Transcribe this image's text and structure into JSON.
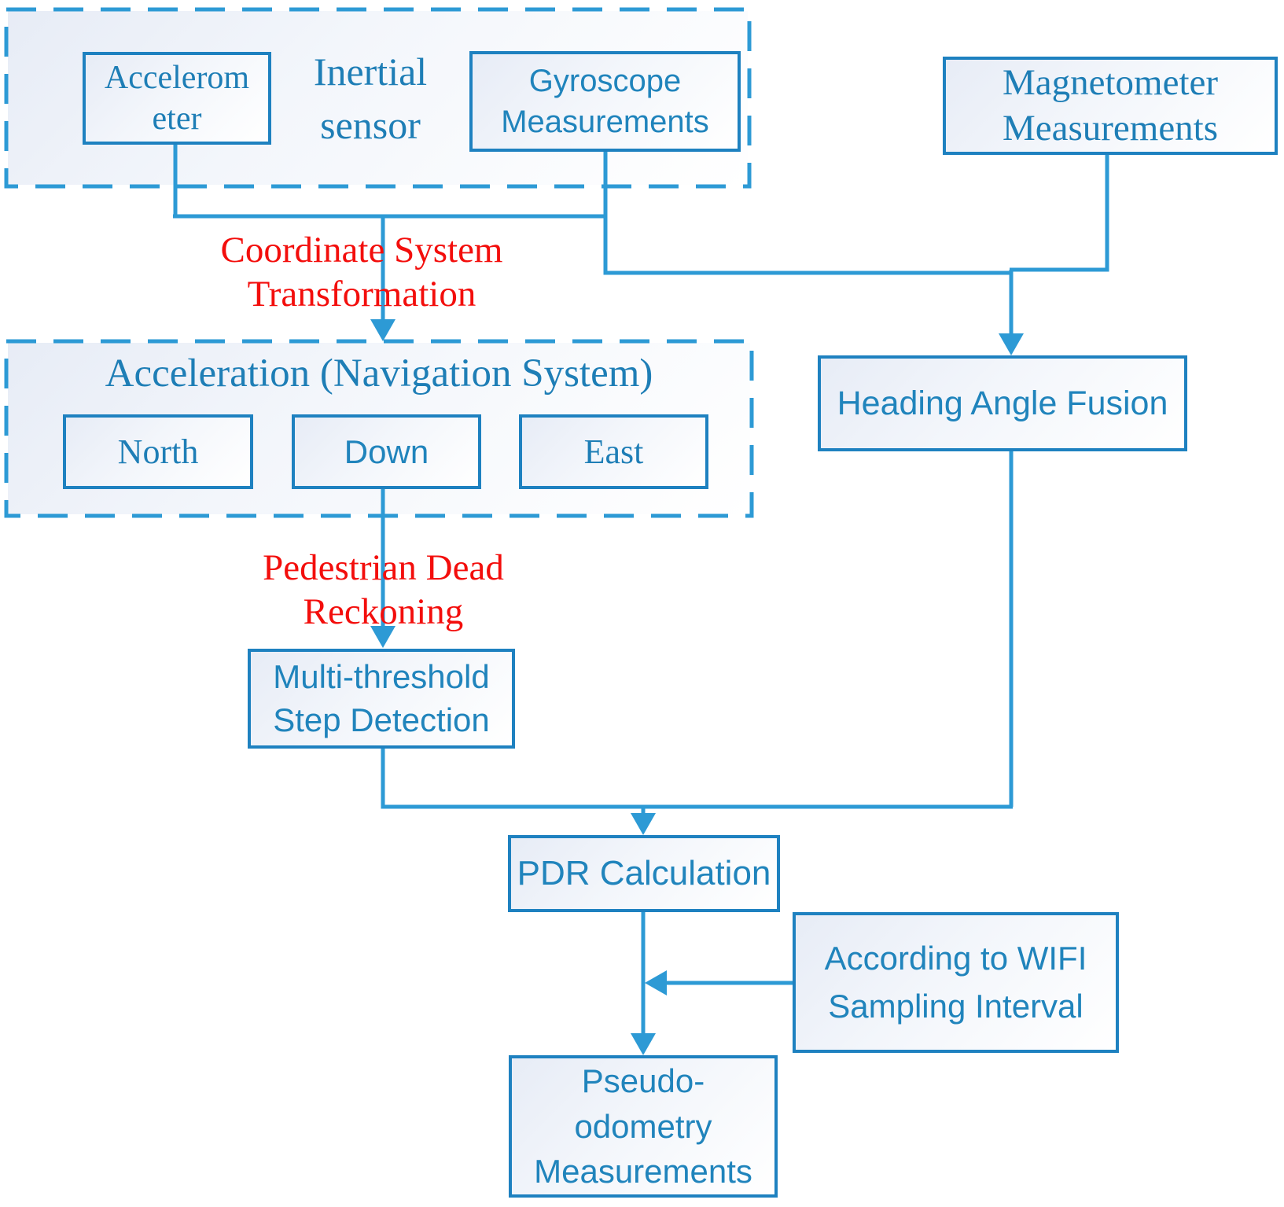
{
  "diagram_title": "PDR pseudo-odometry flowchart",
  "colors": {
    "connector_blue": "#2d9ad5",
    "box_border_blue": "#1e81c0",
    "serif_text_blue": "#1e7eb6",
    "sans_text_blue": "#2084bc",
    "label_red": "#f30e0c",
    "box_fill_light": "#e7ecf6",
    "background": "#ffffff"
  },
  "groups": {
    "inertial_sensor": {
      "label_lines": [
        "Inertial",
        "sensor"
      ]
    },
    "acceleration_nav": {
      "title": "Acceleration (Navigation System)"
    }
  },
  "nodes": {
    "accelerometer": {
      "lines": [
        "Accelerom",
        "eter"
      ]
    },
    "gyroscope": {
      "lines": [
        "Gyroscope",
        "Measurements"
      ]
    },
    "magnetometer": {
      "lines": [
        "Magnetometer",
        "Measurements"
      ]
    },
    "north": {
      "lines": [
        "North"
      ]
    },
    "down": {
      "lines": [
        "Down"
      ]
    },
    "east": {
      "lines": [
        "East"
      ]
    },
    "heading_fusion": {
      "lines": [
        "Heading Angle Fusion"
      ]
    },
    "multi_threshold": {
      "lines": [
        "Multi-threshold",
        "Step Detection"
      ]
    },
    "pdr_calculation": {
      "lines": [
        "PDR Calculation"
      ]
    },
    "wifi_interval": {
      "lines": [
        "According to WIFI",
        "Sampling Interval"
      ]
    },
    "pseudo_odometry": {
      "lines": [
        "Pseudo-",
        "odometry",
        "Measurements"
      ]
    }
  },
  "edge_labels": {
    "coordinate_transform": {
      "lines": [
        "Coordinate System",
        "Transformation"
      ]
    },
    "pedestrian_dead_reckoning": {
      "lines": [
        "Pedestrian Dead",
        "Reckoning"
      ]
    }
  }
}
